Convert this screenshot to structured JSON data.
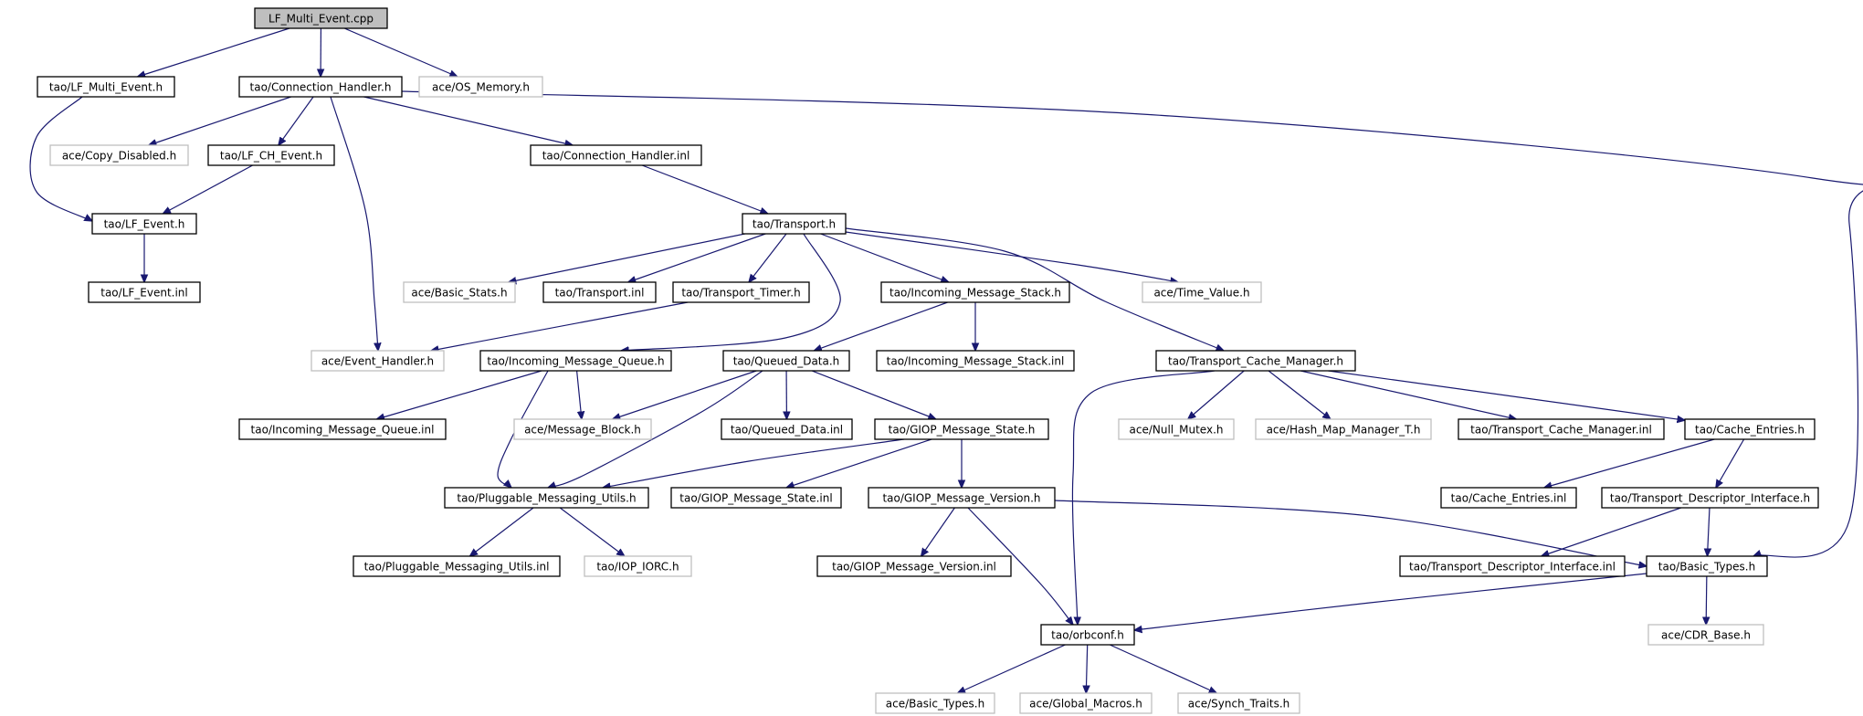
{
  "diagram": {
    "type": "include-dependency-graph",
    "colors": {
      "edge": "#191970",
      "root_fill": "#bfbfbf",
      "documented_border": "#000000",
      "external_border": "#bfbfbf",
      "background": "#ffffff"
    },
    "nodes": [
      {
        "id": "root",
        "label": "LF_Multi_Event.cpp",
        "kind": "root"
      },
      {
        "id": "lfme",
        "label": "tao/LF_Multi_Event.h",
        "kind": "documented"
      },
      {
        "id": "ch",
        "label": "tao/Connection_Handler.h",
        "kind": "documented"
      },
      {
        "id": "osmem",
        "label": "ace/OS_Memory.h",
        "kind": "external"
      },
      {
        "id": "copydis",
        "label": "ace/Copy_Disabled.h",
        "kind": "external"
      },
      {
        "id": "lfch",
        "label": "tao/LF_CH_Event.h",
        "kind": "documented"
      },
      {
        "id": "chinl",
        "label": "tao/Connection_Handler.inl",
        "kind": "documented"
      },
      {
        "id": "lfev",
        "label": "tao/LF_Event.h",
        "kind": "documented"
      },
      {
        "id": "lfevinl",
        "label": "tao/LF_Event.inl",
        "kind": "documented"
      },
      {
        "id": "transport",
        "label": "tao/Transport.h",
        "kind": "documented"
      },
      {
        "id": "basicstats",
        "label": "ace/Basic_Stats.h",
        "kind": "external"
      },
      {
        "id": "transinl",
        "label": "tao/Transport.inl",
        "kind": "documented"
      },
      {
        "id": "transtimer",
        "label": "tao/Transport_Timer.h",
        "kind": "documented"
      },
      {
        "id": "ims",
        "label": "tao/Incoming_Message_Stack.h",
        "kind": "documented"
      },
      {
        "id": "timevalue",
        "label": "ace/Time_Value.h",
        "kind": "external"
      },
      {
        "id": "evhandler",
        "label": "ace/Event_Handler.h",
        "kind": "external"
      },
      {
        "id": "imq",
        "label": "tao/Incoming_Message_Queue.h",
        "kind": "documented"
      },
      {
        "id": "qd",
        "label": "tao/Queued_Data.h",
        "kind": "documented"
      },
      {
        "id": "imsinl",
        "label": "tao/Incoming_Message_Stack.inl",
        "kind": "documented"
      },
      {
        "id": "tcm",
        "label": "tao/Transport_Cache_Manager.h",
        "kind": "documented"
      },
      {
        "id": "imqinl",
        "label": "tao/Incoming_Message_Queue.inl",
        "kind": "documented"
      },
      {
        "id": "msgblock",
        "label": "ace/Message_Block.h",
        "kind": "external"
      },
      {
        "id": "qdinl",
        "label": "tao/Queued_Data.inl",
        "kind": "documented"
      },
      {
        "id": "gms",
        "label": "tao/GIOP_Message_State.h",
        "kind": "documented"
      },
      {
        "id": "nullmutex",
        "label": "ace/Null_Mutex.h",
        "kind": "external"
      },
      {
        "id": "hashmap",
        "label": "ace/Hash_Map_Manager_T.h",
        "kind": "external"
      },
      {
        "id": "tcminl",
        "label": "tao/Transport_Cache_Manager.inl",
        "kind": "documented"
      },
      {
        "id": "cache",
        "label": "tao/Cache_Entries.h",
        "kind": "documented"
      },
      {
        "id": "pmu",
        "label": "tao/Pluggable_Messaging_Utils.h",
        "kind": "documented"
      },
      {
        "id": "gmsinl",
        "label": "tao/GIOP_Message_State.inl",
        "kind": "documented"
      },
      {
        "id": "gmv",
        "label": "tao/GIOP_Message_Version.h",
        "kind": "documented"
      },
      {
        "id": "cacheinl",
        "label": "tao/Cache_Entries.inl",
        "kind": "documented"
      },
      {
        "id": "tdi",
        "label": "tao/Transport_Descriptor_Interface.h",
        "kind": "documented"
      },
      {
        "id": "pmuinl",
        "label": "tao/Pluggable_Messaging_Utils.inl",
        "kind": "documented"
      },
      {
        "id": "iop",
        "label": "tao/IOP_IORC.h",
        "kind": "external"
      },
      {
        "id": "gmvinl",
        "label": "tao/GIOP_Message_Version.inl",
        "kind": "documented"
      },
      {
        "id": "tdiinl",
        "label": "tao/Transport_Descriptor_Interface.inl",
        "kind": "documented"
      },
      {
        "id": "basictypes",
        "label": "tao/Basic_Types.h",
        "kind": "documented"
      },
      {
        "id": "cdr",
        "label": "ace/CDR_Base.h",
        "kind": "external"
      },
      {
        "id": "orbconf",
        "label": "tao/orbconf.h",
        "kind": "documented"
      },
      {
        "id": "acebasic",
        "label": "ace/Basic_Types.h",
        "kind": "external"
      },
      {
        "id": "globalmacros",
        "label": "ace/Global_Macros.h",
        "kind": "external"
      },
      {
        "id": "synch",
        "label": "ace/Synch_Traits.h",
        "kind": "external"
      }
    ],
    "edges": [
      {
        "from": "root",
        "to": "lfme"
      },
      {
        "from": "root",
        "to": "ch"
      },
      {
        "from": "root",
        "to": "osmem"
      },
      {
        "from": "lfme",
        "to": "lfev"
      },
      {
        "from": "ch",
        "to": "copydis"
      },
      {
        "from": "ch",
        "to": "lfch"
      },
      {
        "from": "ch",
        "to": "evhandler"
      },
      {
        "from": "ch",
        "to": "chinl"
      },
      {
        "from": "ch",
        "to": "basictypes"
      },
      {
        "from": "lfch",
        "to": "lfev"
      },
      {
        "from": "lfev",
        "to": "lfevinl"
      },
      {
        "from": "chinl",
        "to": "transport"
      },
      {
        "from": "transport",
        "to": "basicstats"
      },
      {
        "from": "transport",
        "to": "transinl"
      },
      {
        "from": "transport",
        "to": "transtimer"
      },
      {
        "from": "transport",
        "to": "imq"
      },
      {
        "from": "transport",
        "to": "ims"
      },
      {
        "from": "transport",
        "to": "timevalue"
      },
      {
        "from": "transport",
        "to": "tcm"
      },
      {
        "from": "transtimer",
        "to": "evhandler"
      },
      {
        "from": "ims",
        "to": "qd"
      },
      {
        "from": "ims",
        "to": "imsinl"
      },
      {
        "from": "imq",
        "to": "imqinl"
      },
      {
        "from": "imq",
        "to": "msgblock"
      },
      {
        "from": "imq",
        "to": "pmu"
      },
      {
        "from": "qd",
        "to": "msgblock"
      },
      {
        "from": "qd",
        "to": "qdinl"
      },
      {
        "from": "qd",
        "to": "gms"
      },
      {
        "from": "qd",
        "to": "pmu"
      },
      {
        "from": "tcm",
        "to": "orbconf"
      },
      {
        "from": "tcm",
        "to": "nullmutex"
      },
      {
        "from": "tcm",
        "to": "hashmap"
      },
      {
        "from": "tcm",
        "to": "tcminl"
      },
      {
        "from": "tcm",
        "to": "cache"
      },
      {
        "from": "gms",
        "to": "pmu"
      },
      {
        "from": "gms",
        "to": "gmsinl"
      },
      {
        "from": "gms",
        "to": "gmv"
      },
      {
        "from": "cache",
        "to": "cacheinl"
      },
      {
        "from": "cache",
        "to": "tdi"
      },
      {
        "from": "pmu",
        "to": "pmuinl"
      },
      {
        "from": "pmu",
        "to": "iop"
      },
      {
        "from": "gmv",
        "to": "gmvinl"
      },
      {
        "from": "gmv",
        "to": "orbconf"
      },
      {
        "from": "gmv",
        "to": "basictypes"
      },
      {
        "from": "tdi",
        "to": "tdiinl"
      },
      {
        "from": "tdi",
        "to": "basictypes"
      },
      {
        "from": "basictypes",
        "to": "cdr"
      },
      {
        "from": "basictypes",
        "to": "orbconf"
      },
      {
        "from": "orbconf",
        "to": "acebasic"
      },
      {
        "from": "orbconf",
        "to": "globalmacros"
      },
      {
        "from": "orbconf",
        "to": "synch"
      }
    ]
  }
}
